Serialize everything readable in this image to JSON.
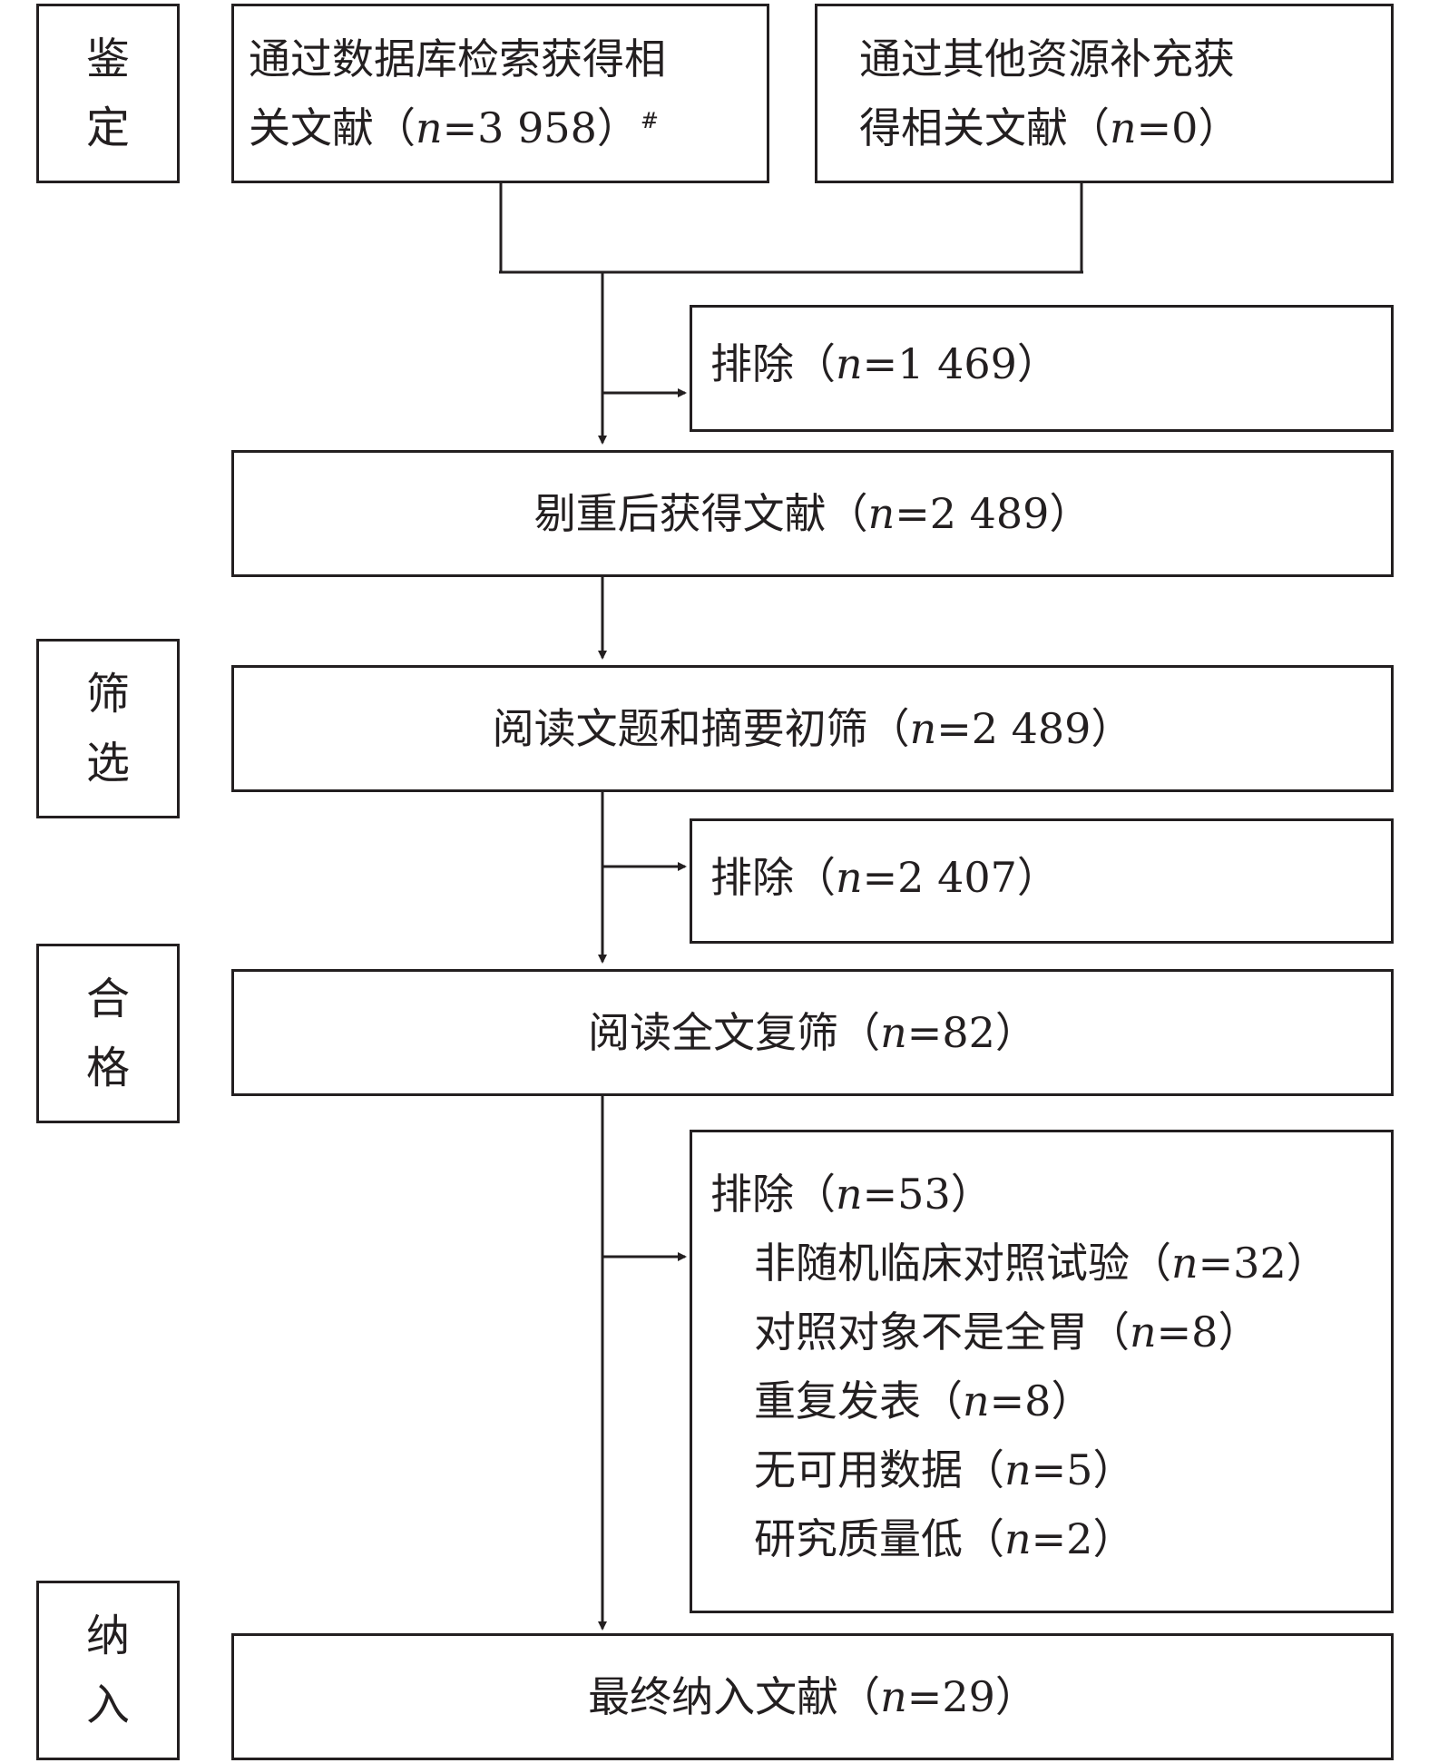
{
  "stages": {
    "identification": [
      "鉴",
      "定"
    ],
    "screening": [
      "筛",
      "选"
    ],
    "eligibility": [
      "合",
      "格"
    ],
    "included": [
      "纳",
      "入"
    ]
  },
  "boxes": {
    "database_search": {
      "line1": "通过数据库检索获得相",
      "line2_prefix": "关文献（",
      "n_label": "n",
      "line2_value": "=3 958）",
      "footnote": "#"
    },
    "other_sources": {
      "line1": "通过其他资源补充获",
      "line2_prefix": "得相关文献（",
      "n_label": "n",
      "line2_value": "=0）"
    },
    "exclude_1": {
      "prefix": "排除（",
      "n_label": "n",
      "value": "=1 469）"
    },
    "after_dedup": {
      "prefix": "剔重后获得文献（",
      "n_label": "n",
      "value": "=2 489）"
    },
    "title_abstract": {
      "prefix": "阅读文题和摘要初筛（",
      "n_label": "n",
      "value": "=2 489）"
    },
    "exclude_2": {
      "prefix": "排除（",
      "n_label": "n",
      "value": "=2 407）"
    },
    "full_text": {
      "prefix": "阅读全文复筛（",
      "n_label": "n",
      "value": "=82）"
    },
    "exclude_3": {
      "prefix": "排除（",
      "n_label": "n",
      "value": "=53）",
      "reasons": [
        {
          "prefix": "非随机临床对照试验（",
          "n_label": "n",
          "value": "=32）"
        },
        {
          "prefix": "对照对象不是全胃（",
          "n_label": "n",
          "value": "=8）"
        },
        {
          "prefix": "重复发表（",
          "n_label": "n",
          "value": "=8）"
        },
        {
          "prefix": "无可用数据（",
          "n_label": "n",
          "value": "=5）"
        },
        {
          "prefix": "研究质量低（",
          "n_label": "n",
          "value": "=2）"
        }
      ]
    },
    "final": {
      "prefix": "最终纳入文献（",
      "n_label": "n",
      "value": "=29）"
    }
  }
}
